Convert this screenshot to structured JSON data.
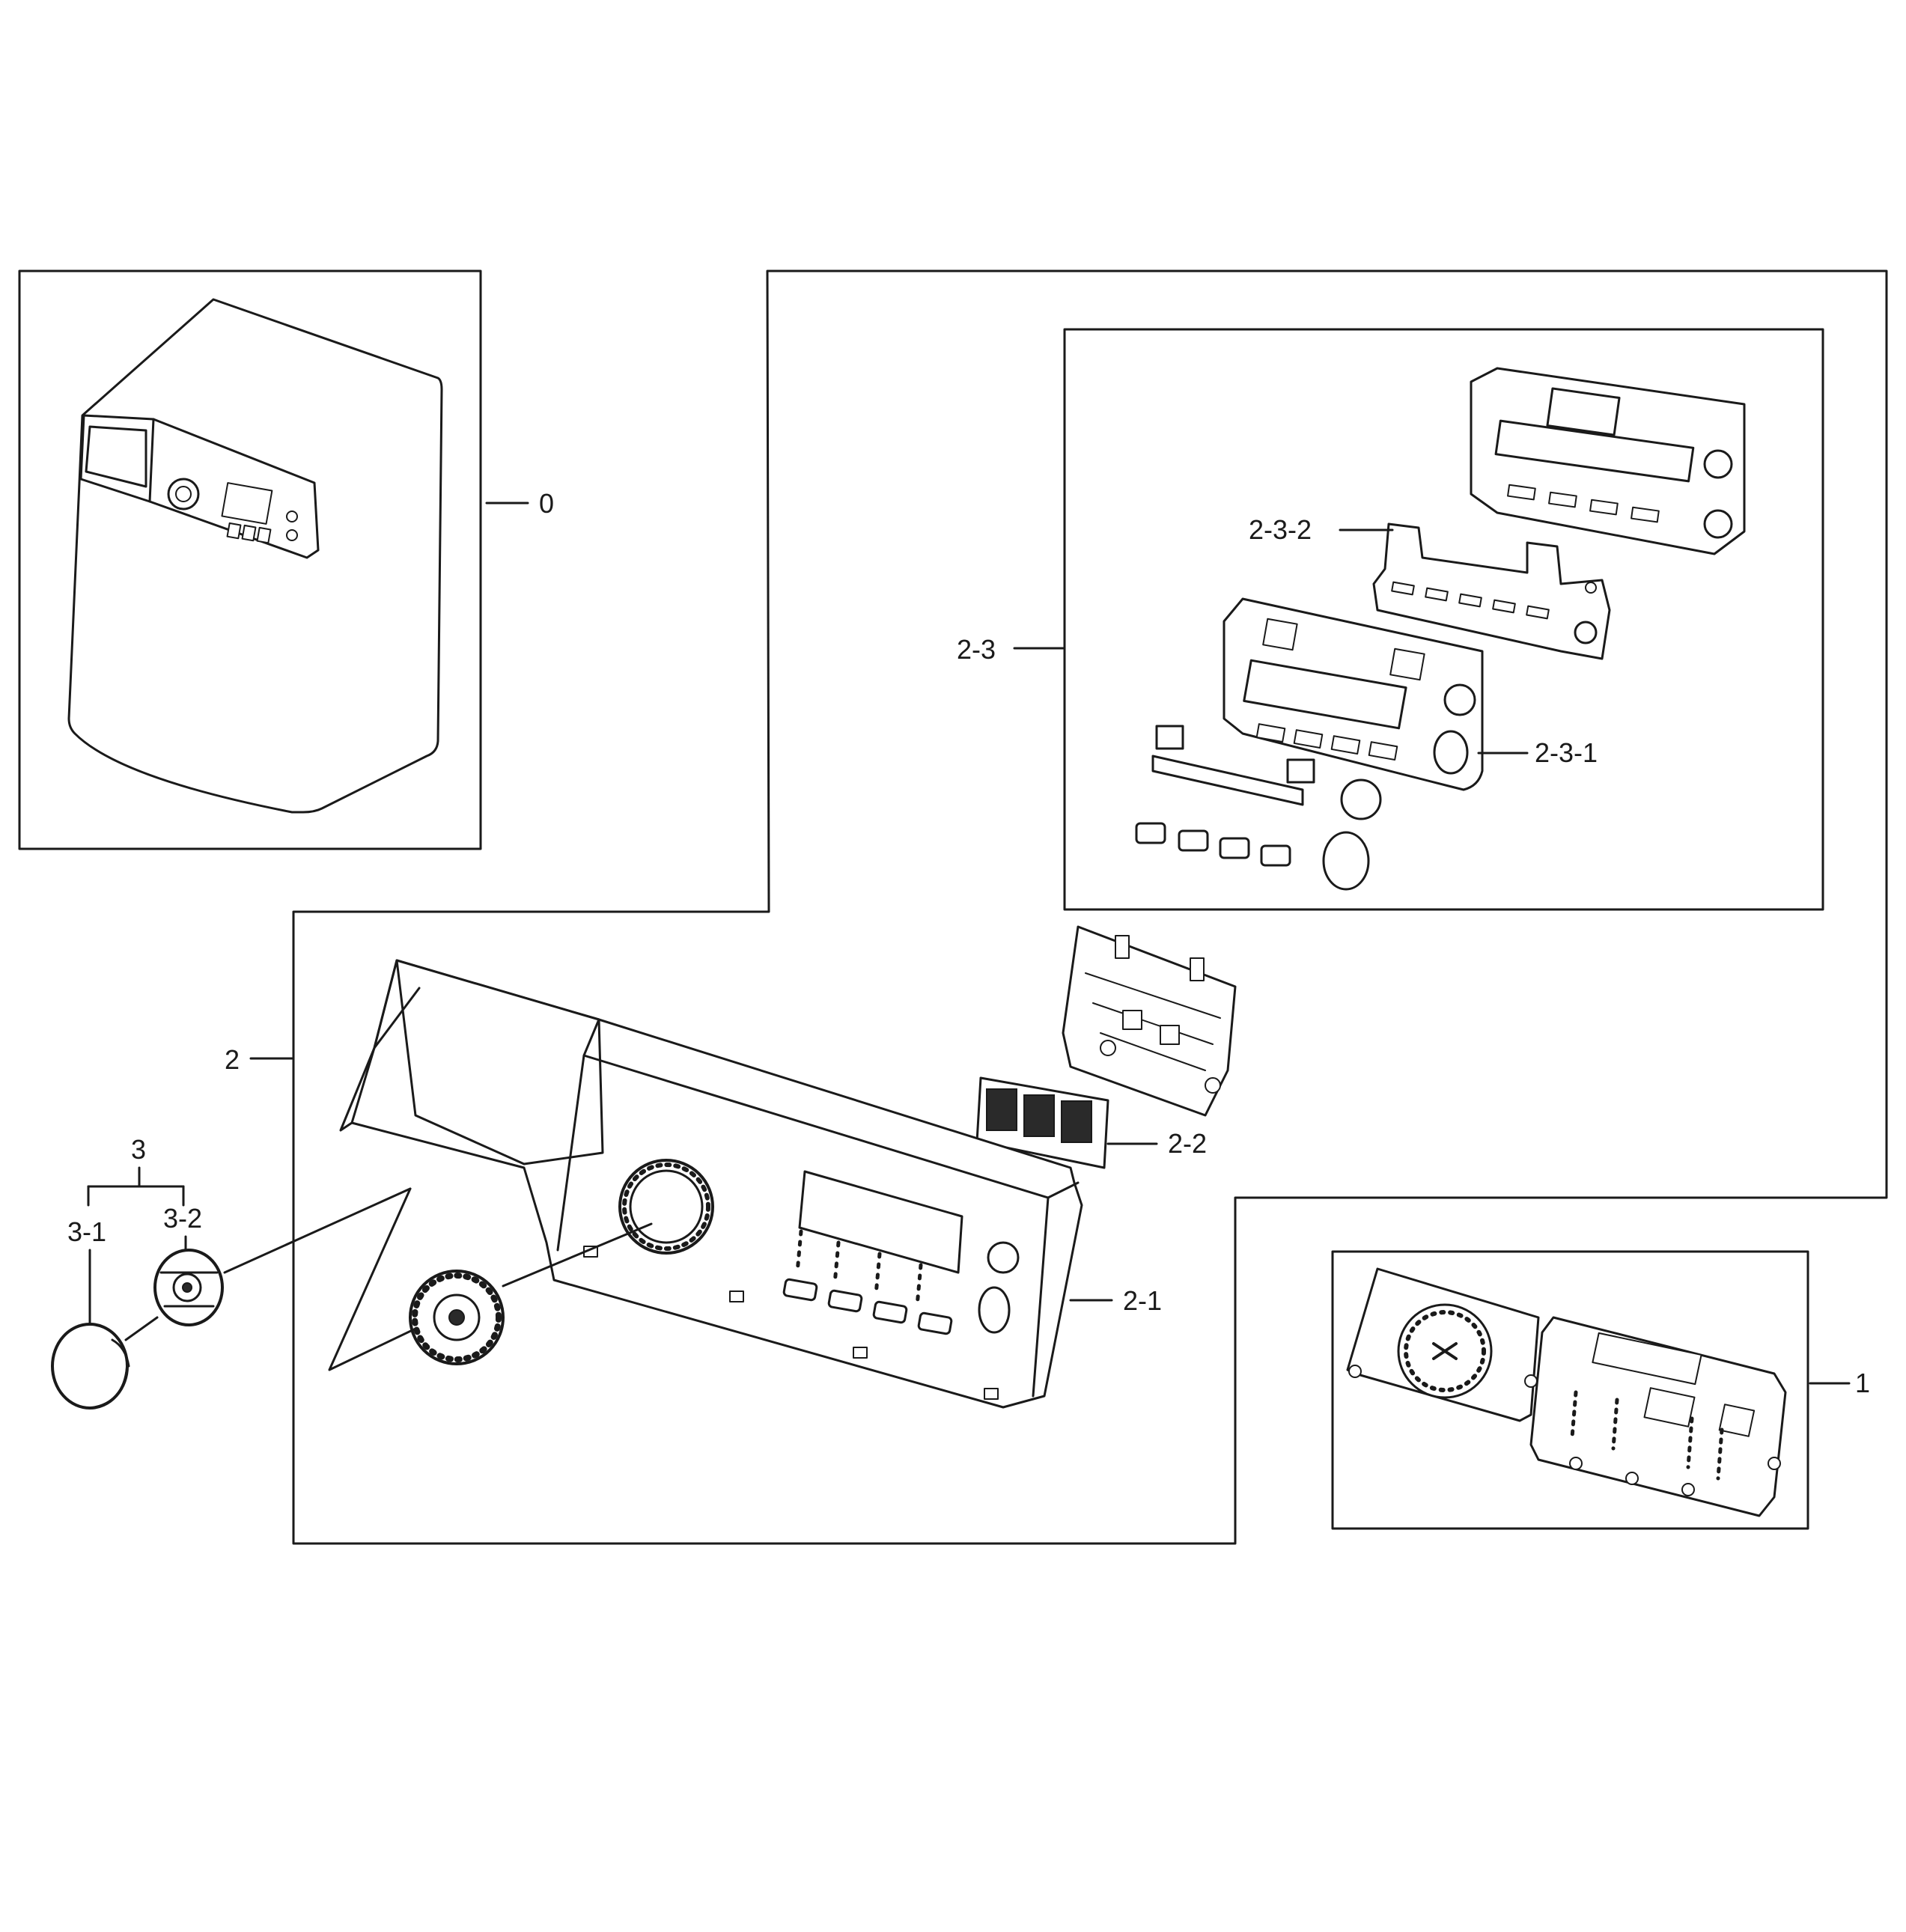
{
  "callouts": {
    "c0": "0",
    "c1": "1",
    "c2": "2",
    "c2_1": "2-1",
    "c2_2": "2-2",
    "c2_3": "2-3",
    "c2_3_1": "2-3-1",
    "c2_3_2": "2-3-2",
    "c3": "3",
    "c3_1": "3-1",
    "c3_2": "3-2"
  },
  "colors": {
    "ink": "#1a1a1a",
    "background": "#ffffff"
  }
}
